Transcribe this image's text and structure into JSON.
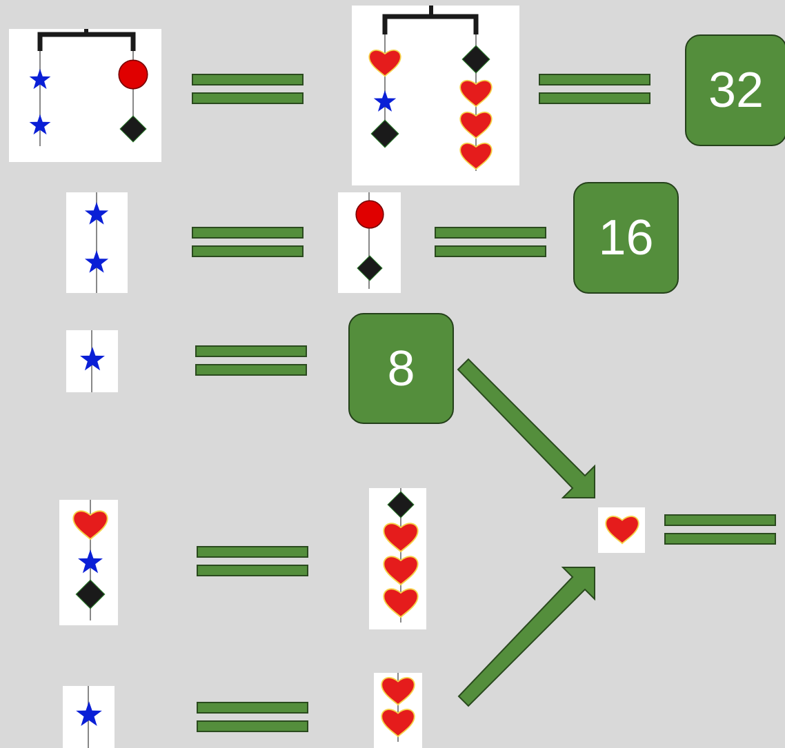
{
  "values": {
    "mobile_total": "32",
    "half_mobile": "16",
    "one_star": "8"
  },
  "icons": [
    "star-icon",
    "heart-icon",
    "circle-icon",
    "diamond-icon",
    "equals-icon",
    "arrow-icon"
  ],
  "colors": {
    "background": "#d9d9d9",
    "green": "#548e3c",
    "green_border": "#24401a",
    "star": "#0a1fd6",
    "heart": "#e51c1c",
    "circle": "#e00000",
    "diamond": "#1a1a1a",
    "hanger": "#1a1a1a"
  }
}
